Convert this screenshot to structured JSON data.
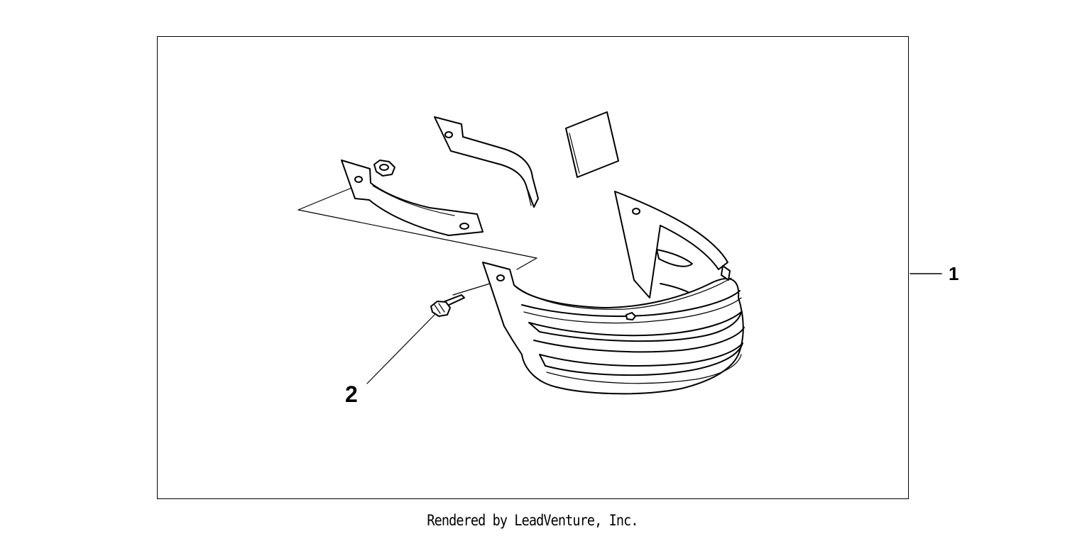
{
  "callouts": [
    {
      "label": "1",
      "part": "guard-assembly"
    },
    {
      "label": "2",
      "part": "flange-bolt"
    }
  ],
  "footer": {
    "credit": "Rendered by LeadVenture, Inc."
  },
  "colors": {
    "line": "#000000",
    "background": "#ffffff"
  }
}
